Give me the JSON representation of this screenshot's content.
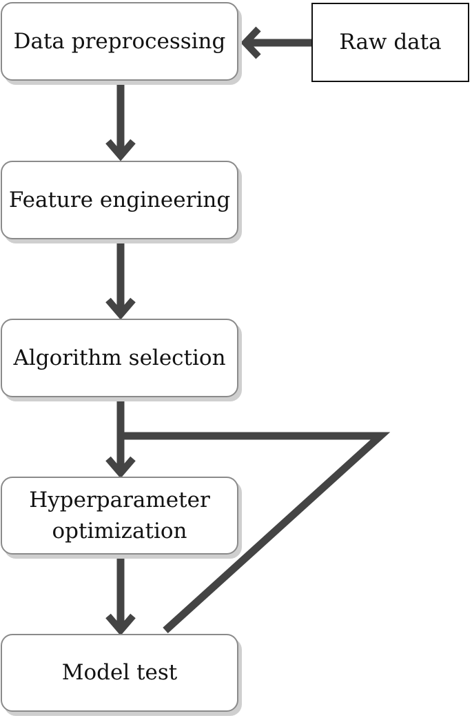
{
  "nodes": {
    "raw_data": "Raw data",
    "preprocessing": "Data preprocessing",
    "feature_engineering": "Feature engineering",
    "algorithm_selection": "Algorithm selection",
    "hyperparameter_optimization": "Hyperparameter\noptimization",
    "model_test": "Model test"
  },
  "colors": {
    "arrow": "#444444",
    "box_border": "#8a8a8a",
    "box_shadow": "#cfcfcf",
    "raw_border": "#111111"
  }
}
